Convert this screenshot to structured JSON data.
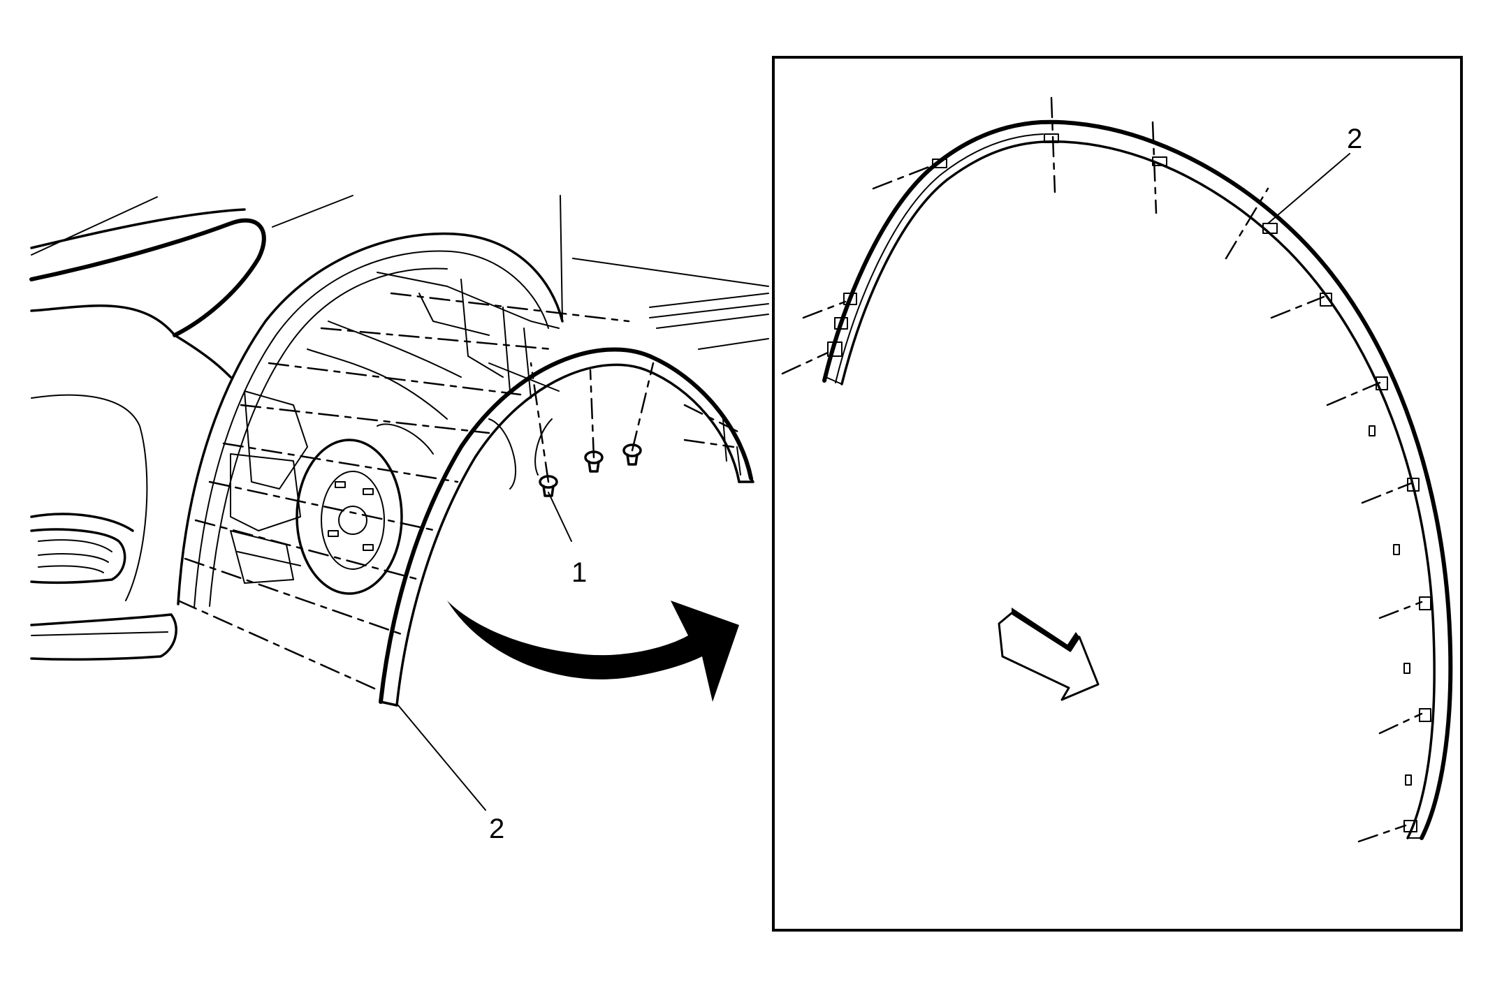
{
  "callouts": {
    "fastener_label": "1",
    "molding_label_main": "2",
    "molding_label_detail": "2"
  },
  "icons": {
    "transition_arrow": "curved-arrow-icon",
    "direction_arrow": "direction-arrow-icon"
  },
  "colors": {
    "line": "#000000",
    "background": "#ffffff"
  }
}
